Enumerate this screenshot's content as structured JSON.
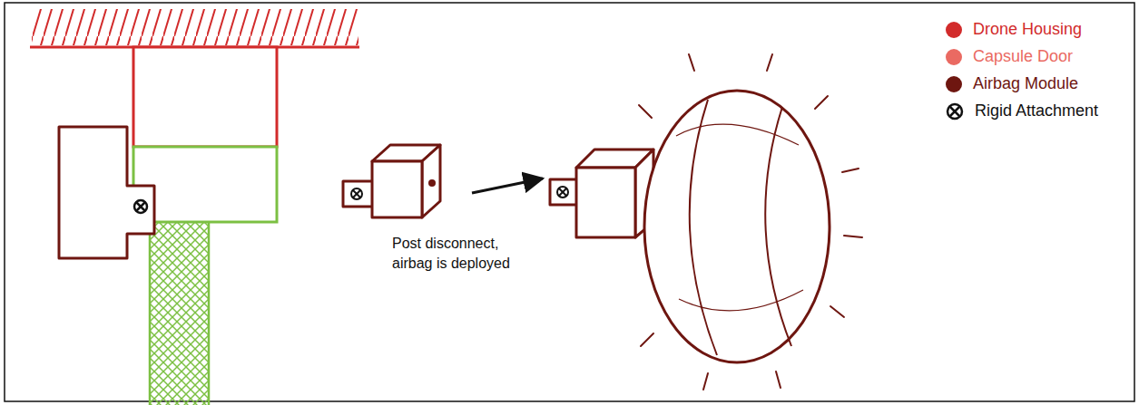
{
  "diagram": {
    "labels": [
      "Post disconnect, airbag is deployed"
    ],
    "legend": [
      {
        "text": "Drone Housing",
        "color": "#d22b2b"
      },
      {
        "text": "Capsule Door",
        "color": "#ea6a62"
      },
      {
        "text": "Airbag Module",
        "color": "#6e1610"
      },
      {
        "text": "Rigid Attachment"
      }
    ]
  }
}
